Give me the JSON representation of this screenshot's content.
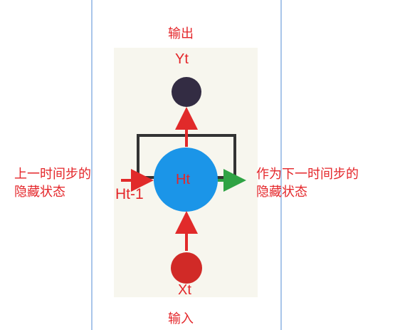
{
  "colors": {
    "frame_line": "#a9c6ea",
    "panel_bg": "#f7f6ee",
    "label_red": "#e4262a",
    "hidden_node": "#1b95e8",
    "input_node": "#d12a27",
    "output_node": "#332c43",
    "loop_box": "#333333",
    "arrow_red": "#e12a2a",
    "arrow_green": "#2fa344"
  },
  "labels": {
    "output_title": "输出",
    "input_title": "输入",
    "yt": "Yt",
    "xt": "Xt",
    "ht": "Ht",
    "ht_minus_1": "Ht-1",
    "prev_hidden_line1": "上一时间步的",
    "prev_hidden_line2": "隐藏状态",
    "next_hidden_line1": "作为下一时间步的",
    "next_hidden_line2": "隐藏状态"
  }
}
